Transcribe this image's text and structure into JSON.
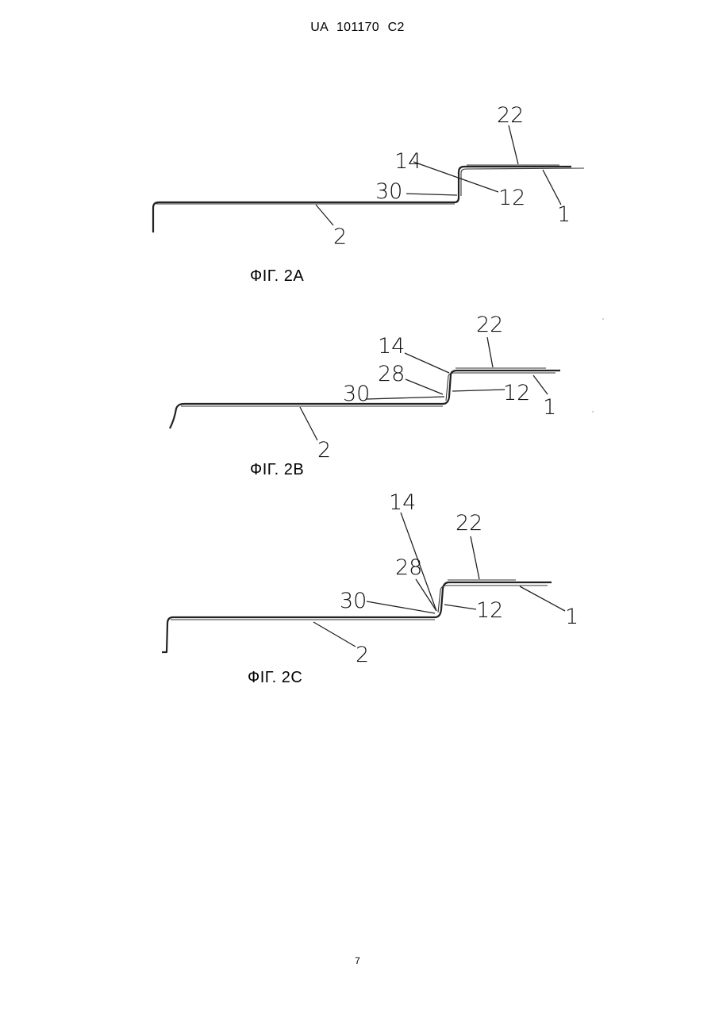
{
  "header": {
    "doc_id": "UA   101170   C2"
  },
  "figures": [
    {
      "caption": "ФІГ. 2А",
      "labels": {
        "l22": "22",
        "l14": "14",
        "l30": "30",
        "l12": "12",
        "l1": "1",
        "l2": "2"
      }
    },
    {
      "caption": "ФІГ. 2В",
      "labels": {
        "l22": "22",
        "l14": "14",
        "l28": "28",
        "l30": "30",
        "l12": "12",
        "l1": "1",
        "l2": "2"
      }
    },
    {
      "caption": "ФІГ. 2С",
      "labels": {
        "l14": "14",
        "l22": "22",
        "l28": "28",
        "l30": "30",
        "l12": "12",
        "l1": "1",
        "l2": "2"
      }
    }
  ],
  "footer": {
    "page_number": "7"
  }
}
